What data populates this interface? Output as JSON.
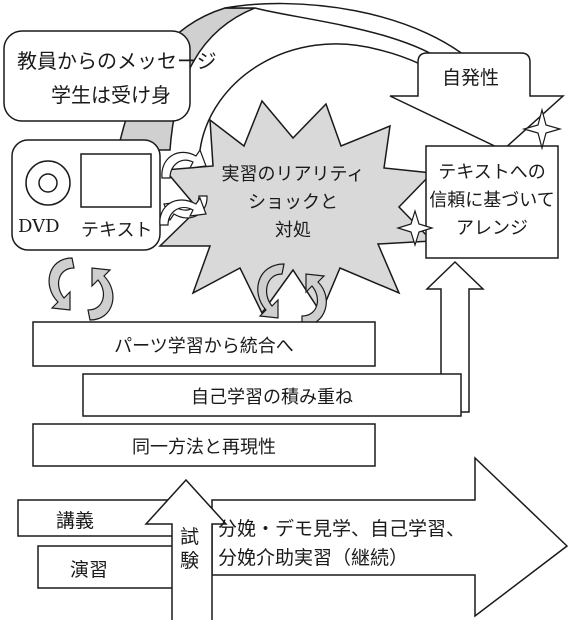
{
  "speech_bubble": {
    "line1": "教員からのメッセージ",
    "line2": "学生は受け身"
  },
  "autonomy_banner": {
    "label": "自発性"
  },
  "media_box": {
    "dvd_label": "DVD",
    "text_label": "テキスト",
    "dvd_icon": "disc-icon",
    "text_icon": "textbook-icon"
  },
  "shock_burst": {
    "line1": "実習のリアリティ",
    "line2": "ショックと",
    "line3": "対処"
  },
  "arrange_box": {
    "line1": "テキストへの",
    "line2": "信頼に基づいて",
    "line3": "アレンジ"
  },
  "steps": [
    {
      "label": "パーツ学習から統合へ"
    },
    {
      "label": "自己学習の積み重ね"
    },
    {
      "label": "同一方法と再現性"
    }
  ],
  "base": {
    "lecture": "講義",
    "exercise": "演習",
    "exam": "試験"
  },
  "main_arrow": {
    "line1": "分娩・デモ見学、自己学習、",
    "line2": "分娩介助実習（継続）"
  },
  "colors": {
    "gray_fill": "#d6d6d6",
    "stroke": "#1a1a1a",
    "white": "#ffffff"
  }
}
